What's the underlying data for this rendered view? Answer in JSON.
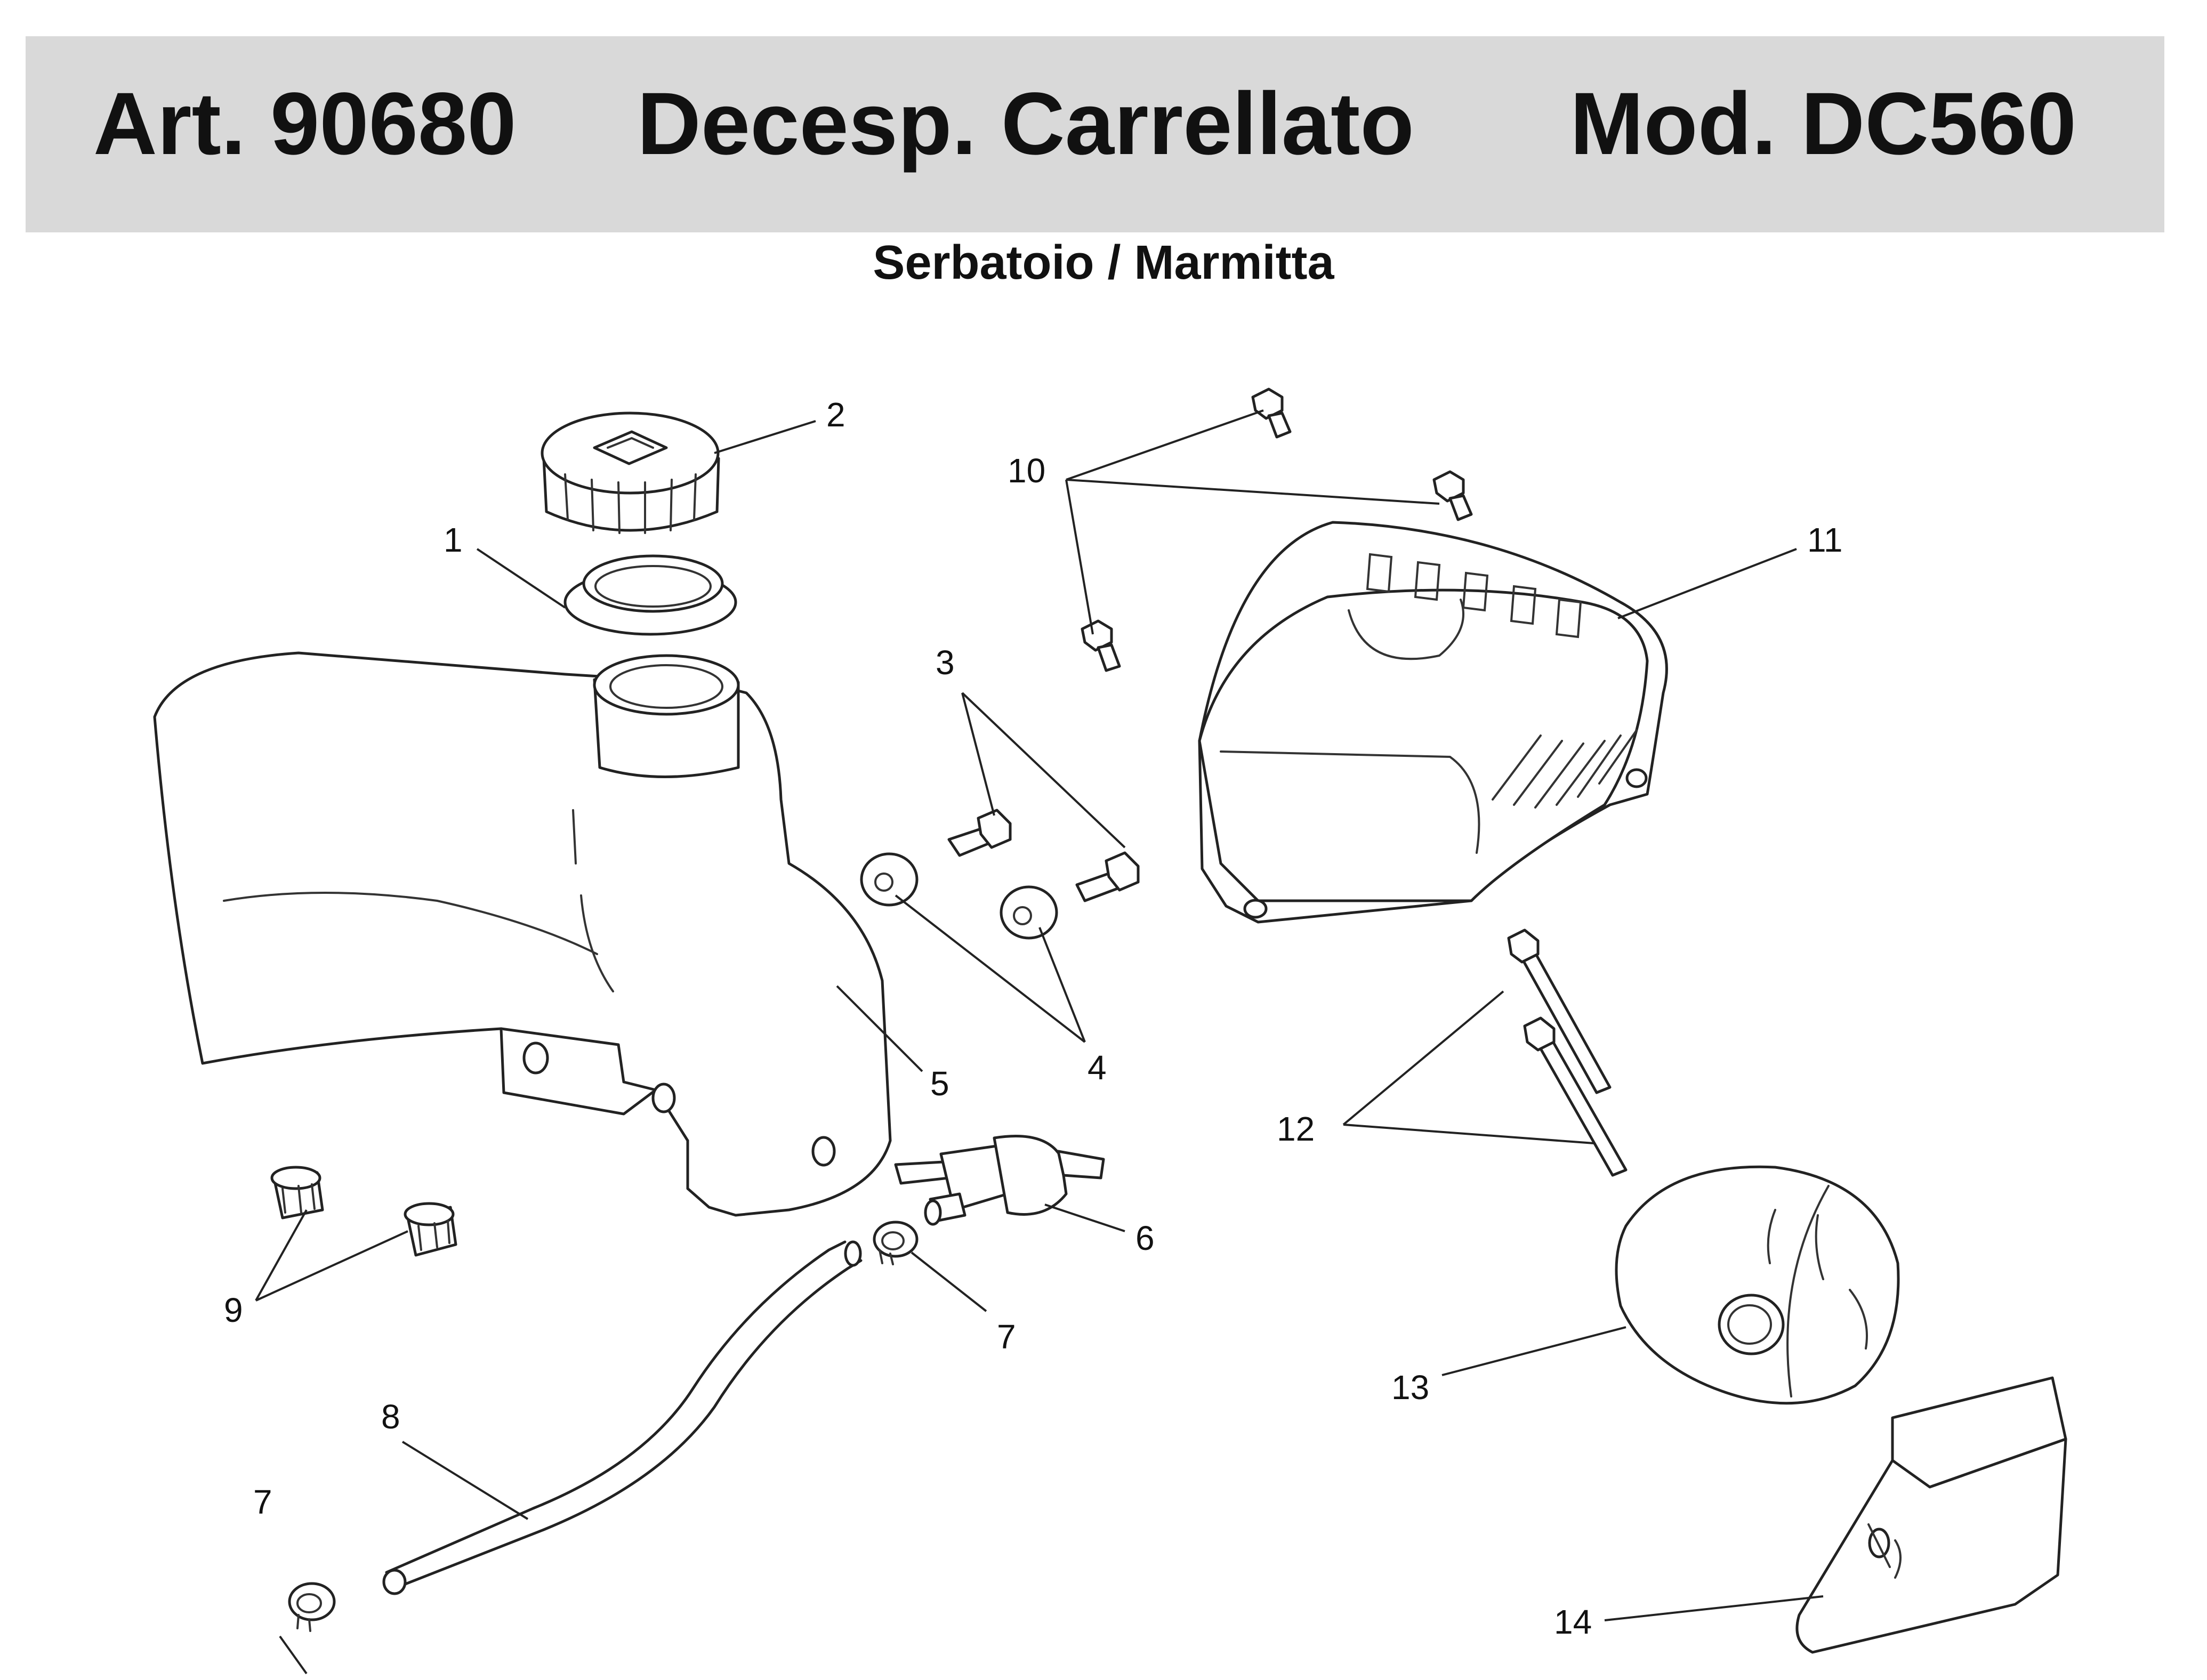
{
  "header": {
    "article": "Art. 90680",
    "product": "Decesp. Carrellato",
    "model": "Mod. DC560"
  },
  "subtitle": "Serbatoio / Marmitta",
  "callouts": {
    "c1": "1",
    "c2": "2",
    "c3": "3",
    "c4": "4",
    "c5": "5",
    "c6": "6",
    "c7a": "7",
    "c7b": "7",
    "c8": "8",
    "c9": "9",
    "c10": "10",
    "c11": "11",
    "c12": "12",
    "c13": "13",
    "c14": "14"
  }
}
